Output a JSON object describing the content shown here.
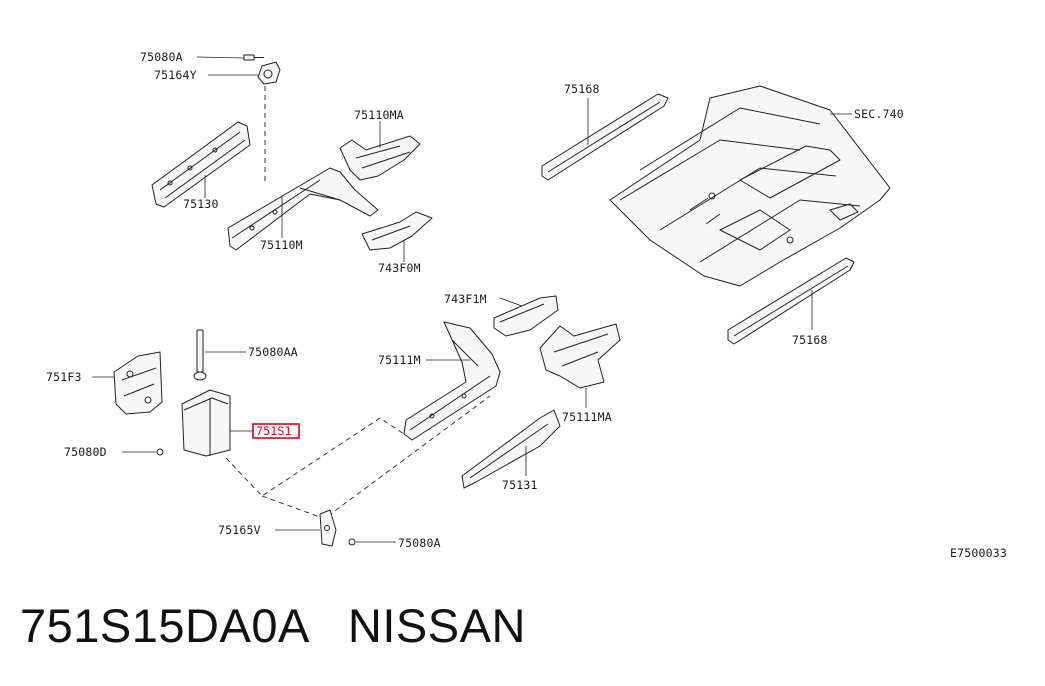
{
  "diagram": {
    "labels": {
      "l75080A_top": "75080A",
      "l75164Y": "75164Y",
      "l75130": "75130",
      "l75110M": "75110M",
      "l75110MA": "75110MA",
      "l743F0M": "743F0M",
      "l75168_top": "75168",
      "lSEC740": "SEC.740",
      "l75168_bot": "75168",
      "l743F1M": "743F1M",
      "l75111M": "75111M",
      "l75111MA": "75111MA",
      "l75131": "75131",
      "l75080AA": "75080AA",
      "l751F3": "751F3",
      "l751S1": "751S1",
      "l75080D": "75080D",
      "l75165V": "75165V",
      "l75080A_bot": "75080A"
    },
    "reference_code": "E7500033",
    "highlight_color": "#e0001a"
  },
  "footer": {
    "part_number": "751S15DA0A",
    "brand": "NISSAN"
  }
}
